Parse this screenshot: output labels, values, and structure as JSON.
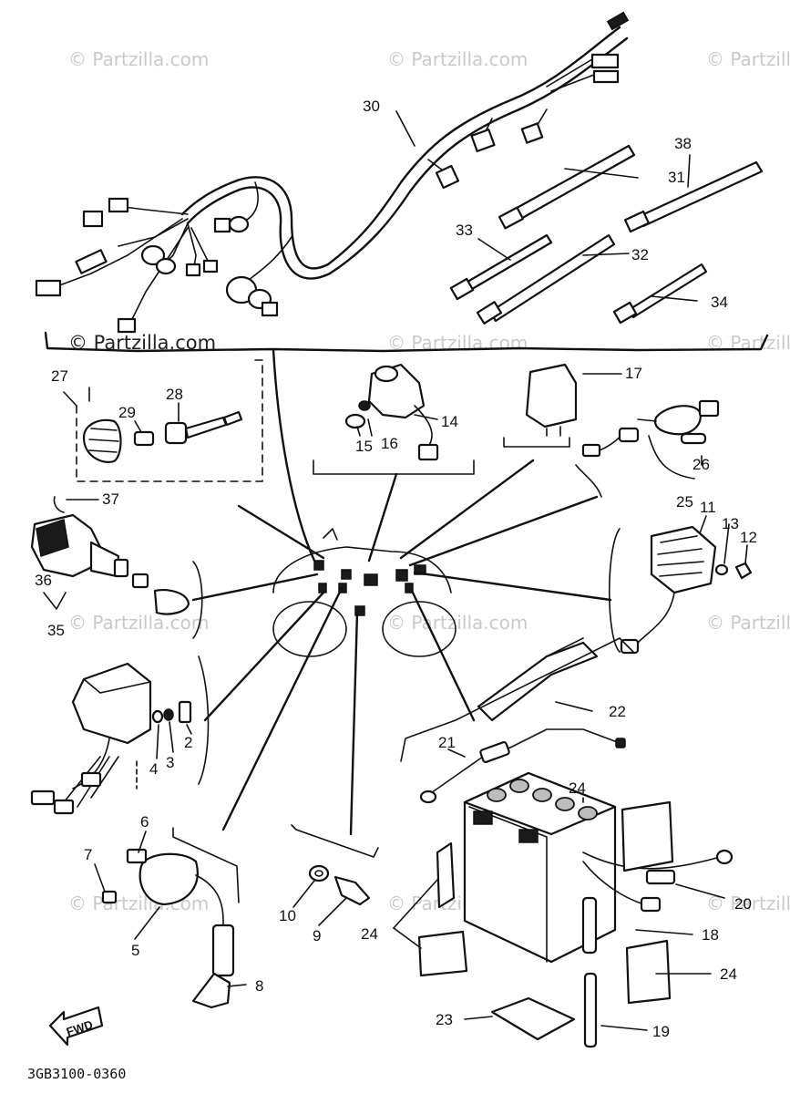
{
  "watermark": {
    "text": "© Partzilla.com",
    "color": "#c9c9c9"
  },
  "diagram_code": "3GB3100-0360",
  "fwd_label": "FWD",
  "parts": {
    "p2": "2",
    "p3": "3",
    "p4": "4",
    "p5": "5",
    "p6": "6",
    "p7": "7",
    "p8": "8",
    "p9": "9",
    "p10": "10",
    "p11": "11",
    "p12": "12",
    "p13": "13",
    "p14": "14",
    "p15": "15",
    "p16": "16",
    "p17": "17",
    "p18": "18",
    "p19": "19",
    "p20": "20",
    "p21": "21",
    "p22": "22",
    "p23": "23",
    "p24a": "24",
    "p24b": "24",
    "p24c": "24",
    "p25": "25",
    "p26": "26",
    "p27": "27",
    "p28": "28",
    "p29": "29",
    "p30": "30",
    "p31": "31",
    "p32": "32",
    "p33": "33",
    "p34": "34",
    "p35": "35",
    "p36": "36",
    "p37": "37",
    "p38": "38"
  }
}
